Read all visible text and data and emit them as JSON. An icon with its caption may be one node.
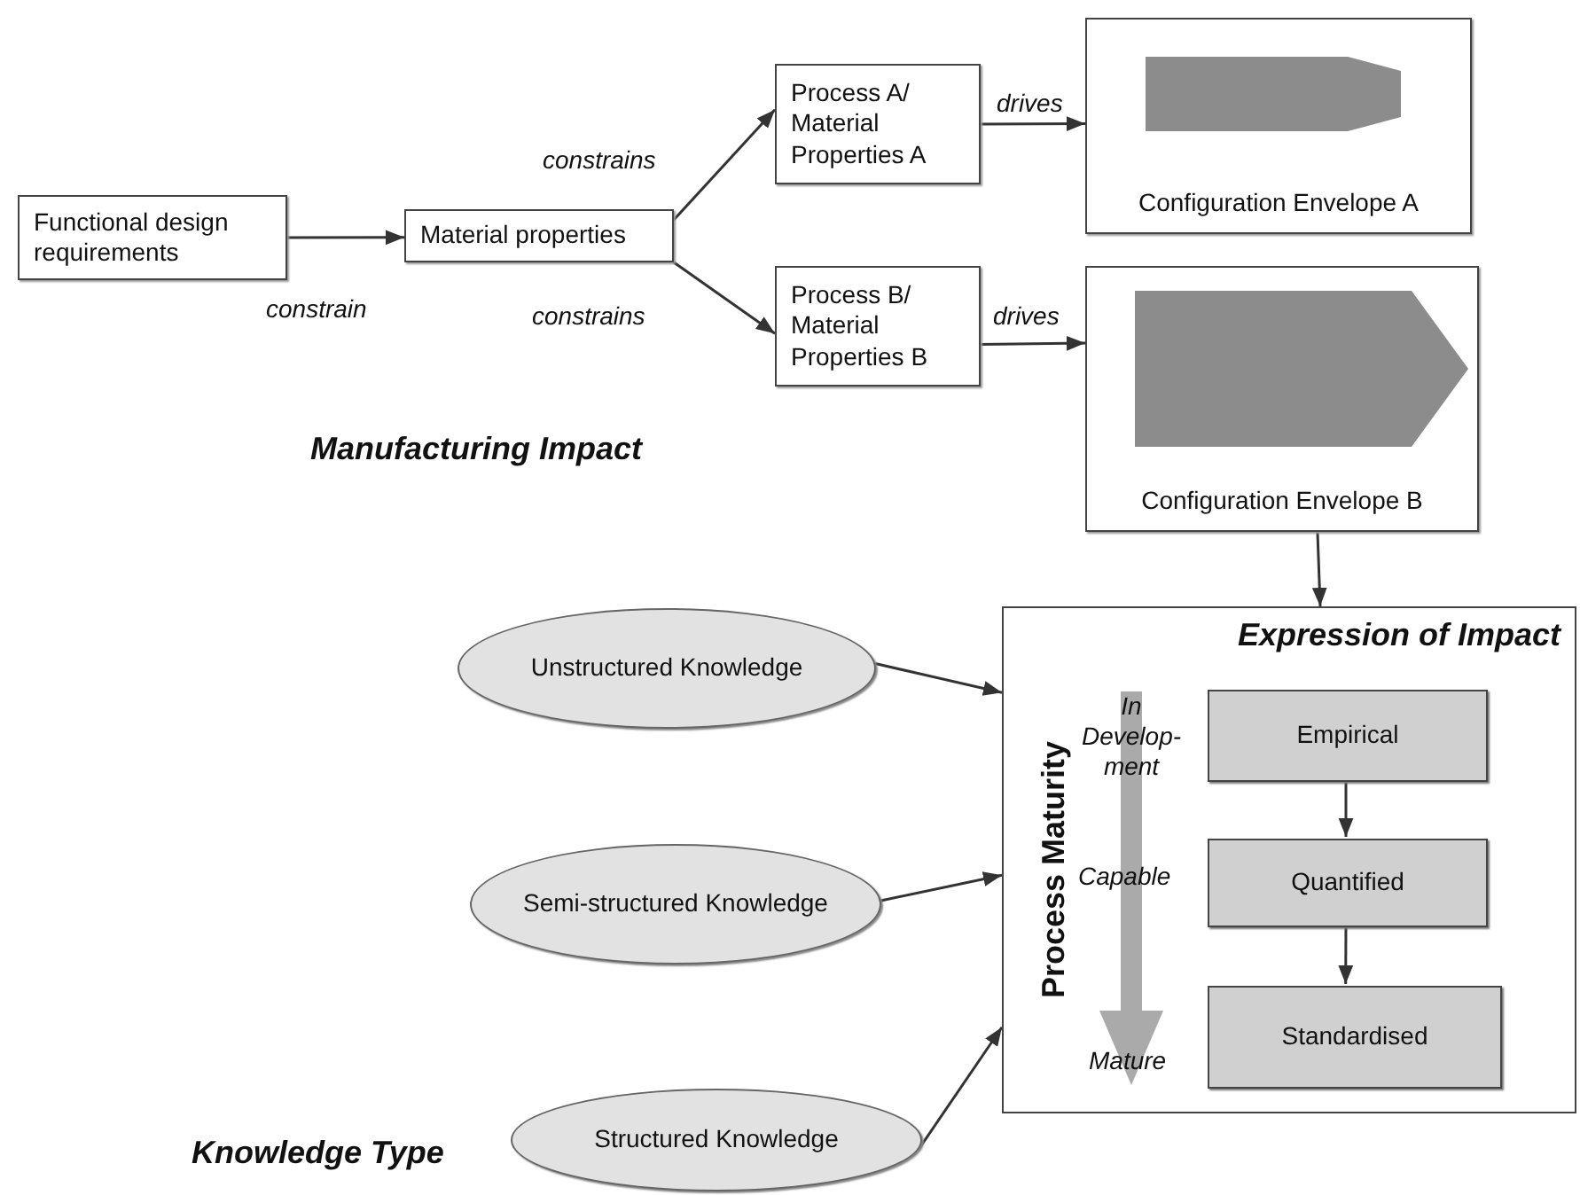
{
  "diagram": {
    "nodes": [
      {
        "text": [
          "Functional design requirements"
        ]
      },
      {
        "text": [
          "Material properties"
        ]
      },
      {
        "text": [
          "Process A/ Material Properties A"
        ]
      },
      {
        "text": [
          "Process B/ Material Properties B"
        ]
      },
      {
        "text": [
          "Configuration Envelope A"
        ]
      },
      {
        "text": [
          "Configuration Envelope B"
        ]
      },
      {
        "text": [
          "Expression of Impact"
        ]
      },
      {
        "text": [
          "Empirical"
        ],
        "in": 6
      },
      {
        "text": [
          "Quantified"
        ],
        "in": 6
      },
      {
        "text": [
          "Standardised"
        ],
        "in": 6
      },
      {
        "text": [
          "Unstructured Knowledge"
        ]
      },
      {
        "text": [
          "Semi-structured Knowledge"
        ]
      },
      {
        "text": [
          "Structured Knowledge"
        ]
      }
    ],
    "edges": [
      {
        "from": 0,
        "to": 1,
        "arrow": "to",
        "label": "constrain"
      },
      {
        "from": 1,
        "to": 2,
        "arrow": "to",
        "label": "constrains"
      },
      {
        "from": 1,
        "to": 3,
        "arrow": "to",
        "label": "constrains"
      },
      {
        "from": 2,
        "to": 4,
        "arrow": "to",
        "label": "drives"
      },
      {
        "from": 3,
        "to": 5,
        "arrow": "to",
        "label": "drives"
      },
      {
        "from": 5,
        "to": 6,
        "arrow": "to"
      },
      {
        "from": 10,
        "to": 6,
        "arrow": "to"
      },
      {
        "from": 11,
        "to": 6,
        "arrow": "to"
      },
      {
        "from": 12,
        "to": 6,
        "arrow": "to"
      },
      {
        "from": 7,
        "to": 8,
        "arrow": "to"
      },
      {
        "from": 8,
        "to": 9,
        "arrow": "to"
      }
    ],
    "labels": [
      "Manufacturing Impact",
      "Process Maturity",
      "In Develop- ment",
      "Capable",
      "Mature",
      "Knowledge Type"
    ]
  }
}
